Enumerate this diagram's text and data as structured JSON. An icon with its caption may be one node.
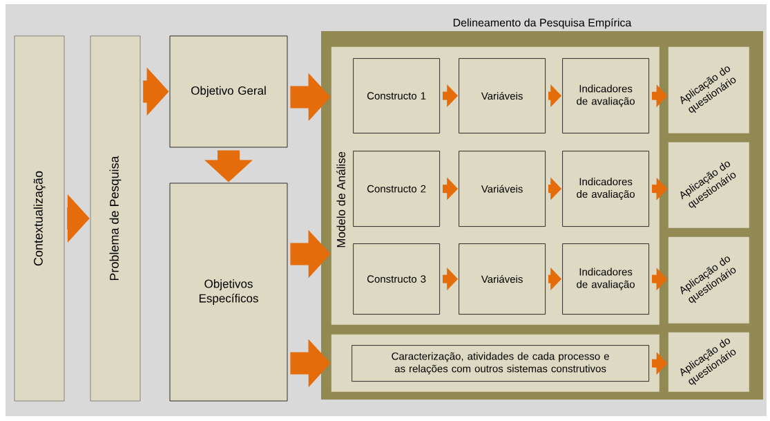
{
  "diagram": {
    "nodes": [
      {
        "text": [
          "Contextualização"
        ]
      },
      {
        "text": [
          "Problema de Pesquisa"
        ]
      },
      {
        "text": [
          "Objetivo Geral"
        ]
      },
      {
        "text": [
          "Objetivos Específicos"
        ]
      },
      {
        "text": [
          "Delineamento da Pesquisa Empírica"
        ]
      },
      {
        "text": [
          "Modelo de Análise"
        ],
        "in": 4
      },
      {
        "text": [
          "Constructo 1"
        ],
        "in": 5
      },
      {
        "text": [
          "Variáveis"
        ],
        "in": 5
      },
      {
        "text": [
          "Indicadores de avaliação"
        ],
        "in": 5
      },
      {
        "text": [
          "Constructo 2"
        ],
        "in": 5
      },
      {
        "text": [
          "Variáveis"
        ],
        "in": 5
      },
      {
        "text": [
          "Indicadores de avaliação"
        ],
        "in": 5
      },
      {
        "text": [
          "Constructo 3"
        ],
        "in": 5
      },
      {
        "text": [
          "Variáveis"
        ],
        "in": 5
      },
      {
        "text": [
          "Indicadores de avaliação"
        ],
        "in": 5
      },
      {
        "text": [],
        "shape": "box",
        "in": 4
      },
      {
        "text": [
          "Caracterização, atividades de cada processo e as relações com outros sistemas construtivos"
        ],
        "in": 15
      },
      {
        "text": [
          "Aplicação do questionário"
        ],
        "in": 4
      },
      {
        "text": [
          "Aplicação do questionário"
        ],
        "in": 4
      },
      {
        "text": [
          "Aplicação do questionário"
        ],
        "in": 4
      },
      {
        "text": [
          "Aplicação do questionário"
        ],
        "in": 4
      }
    ],
    "edges": [
      {
        "from": 0,
        "to": 1,
        "arrow": "to",
        "style": "thick"
      },
      {
        "from": 1,
        "to": 2,
        "arrow": "to",
        "style": "thick"
      },
      {
        "from": 2,
        "to": 3,
        "arrow": "to",
        "style": "thick"
      },
      {
        "from": 2,
        "to": 5,
        "arrow": "to",
        "style": "thick"
      },
      {
        "from": 3,
        "to": 5,
        "arrow": "to",
        "style": "thick"
      },
      {
        "from": 3,
        "to": 15,
        "arrow": "to",
        "style": "thick"
      },
      {
        "from": 6,
        "to": 7,
        "arrow": "to"
      },
      {
        "from": 7,
        "to": 8,
        "arrow": "to"
      },
      {
        "from": 8,
        "to": 17,
        "arrow": "to"
      },
      {
        "from": 9,
        "to": 10,
        "arrow": "to"
      },
      {
        "from": 10,
        "to": 11,
        "arrow": "to"
      },
      {
        "from": 11,
        "to": 18,
        "arrow": "to"
      },
      {
        "from": 12,
        "to": 13,
        "arrow": "to"
      },
      {
        "from": 13,
        "to": 14,
        "arrow": "to"
      },
      {
        "from": 14,
        "to": 19,
        "arrow": "to"
      },
      {
        "from": 16,
        "to": 20,
        "arrow": "to"
      }
    ]
  }
}
